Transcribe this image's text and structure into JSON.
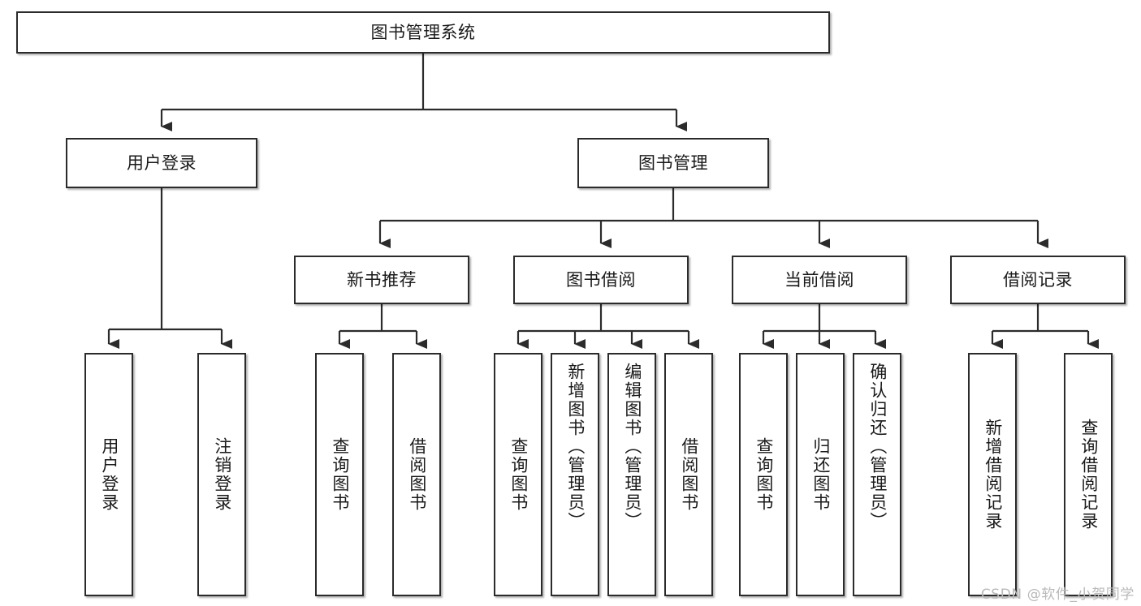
{
  "diagram": {
    "title": "图书管理系统",
    "watermark": "CSDN @软件_小贺同学",
    "colors": {
      "box_border": "#2b2b2b",
      "box_fill": "#ffffff",
      "edge": "#2b2b2b",
      "text": "#1a1a1a",
      "watermark": "#b9b9b9"
    },
    "levels": {
      "root": "图书管理系统",
      "level1": [
        "用户登录",
        "图书管理"
      ],
      "level2": [
        "新书推荐",
        "图书借阅",
        "当前借阅",
        "借阅记录"
      ]
    },
    "nodes": {
      "root": {
        "label": "图书管理系统"
      },
      "user_login": {
        "label": "用户登录"
      },
      "book_manage": {
        "label": "图书管理"
      },
      "new_book_rec": {
        "label": "新书推荐"
      },
      "book_borrow": {
        "label": "图书借阅"
      },
      "current_borrow": {
        "label": "当前借阅"
      },
      "borrow_record": {
        "label": "借阅记录"
      }
    },
    "leaves": {
      "user_login": [
        {
          "label": "用户登录"
        },
        {
          "label": "注销登录"
        }
      ],
      "new_book_rec": [
        {
          "label": "查询图书"
        },
        {
          "label": "借阅图书"
        }
      ],
      "book_borrow": [
        {
          "label": "查询图书"
        },
        {
          "label": "新增图书（管理员）"
        },
        {
          "label": "编辑图书（管理员）"
        },
        {
          "label": "借阅图书"
        }
      ],
      "current_borrow": [
        {
          "label": "查询图书"
        },
        {
          "label": "归还图书"
        },
        {
          "label": "确认归还（管理员）"
        }
      ],
      "borrow_record": [
        {
          "label": "新增借阅记录"
        },
        {
          "label": "查询借阅记录"
        }
      ]
    }
  }
}
